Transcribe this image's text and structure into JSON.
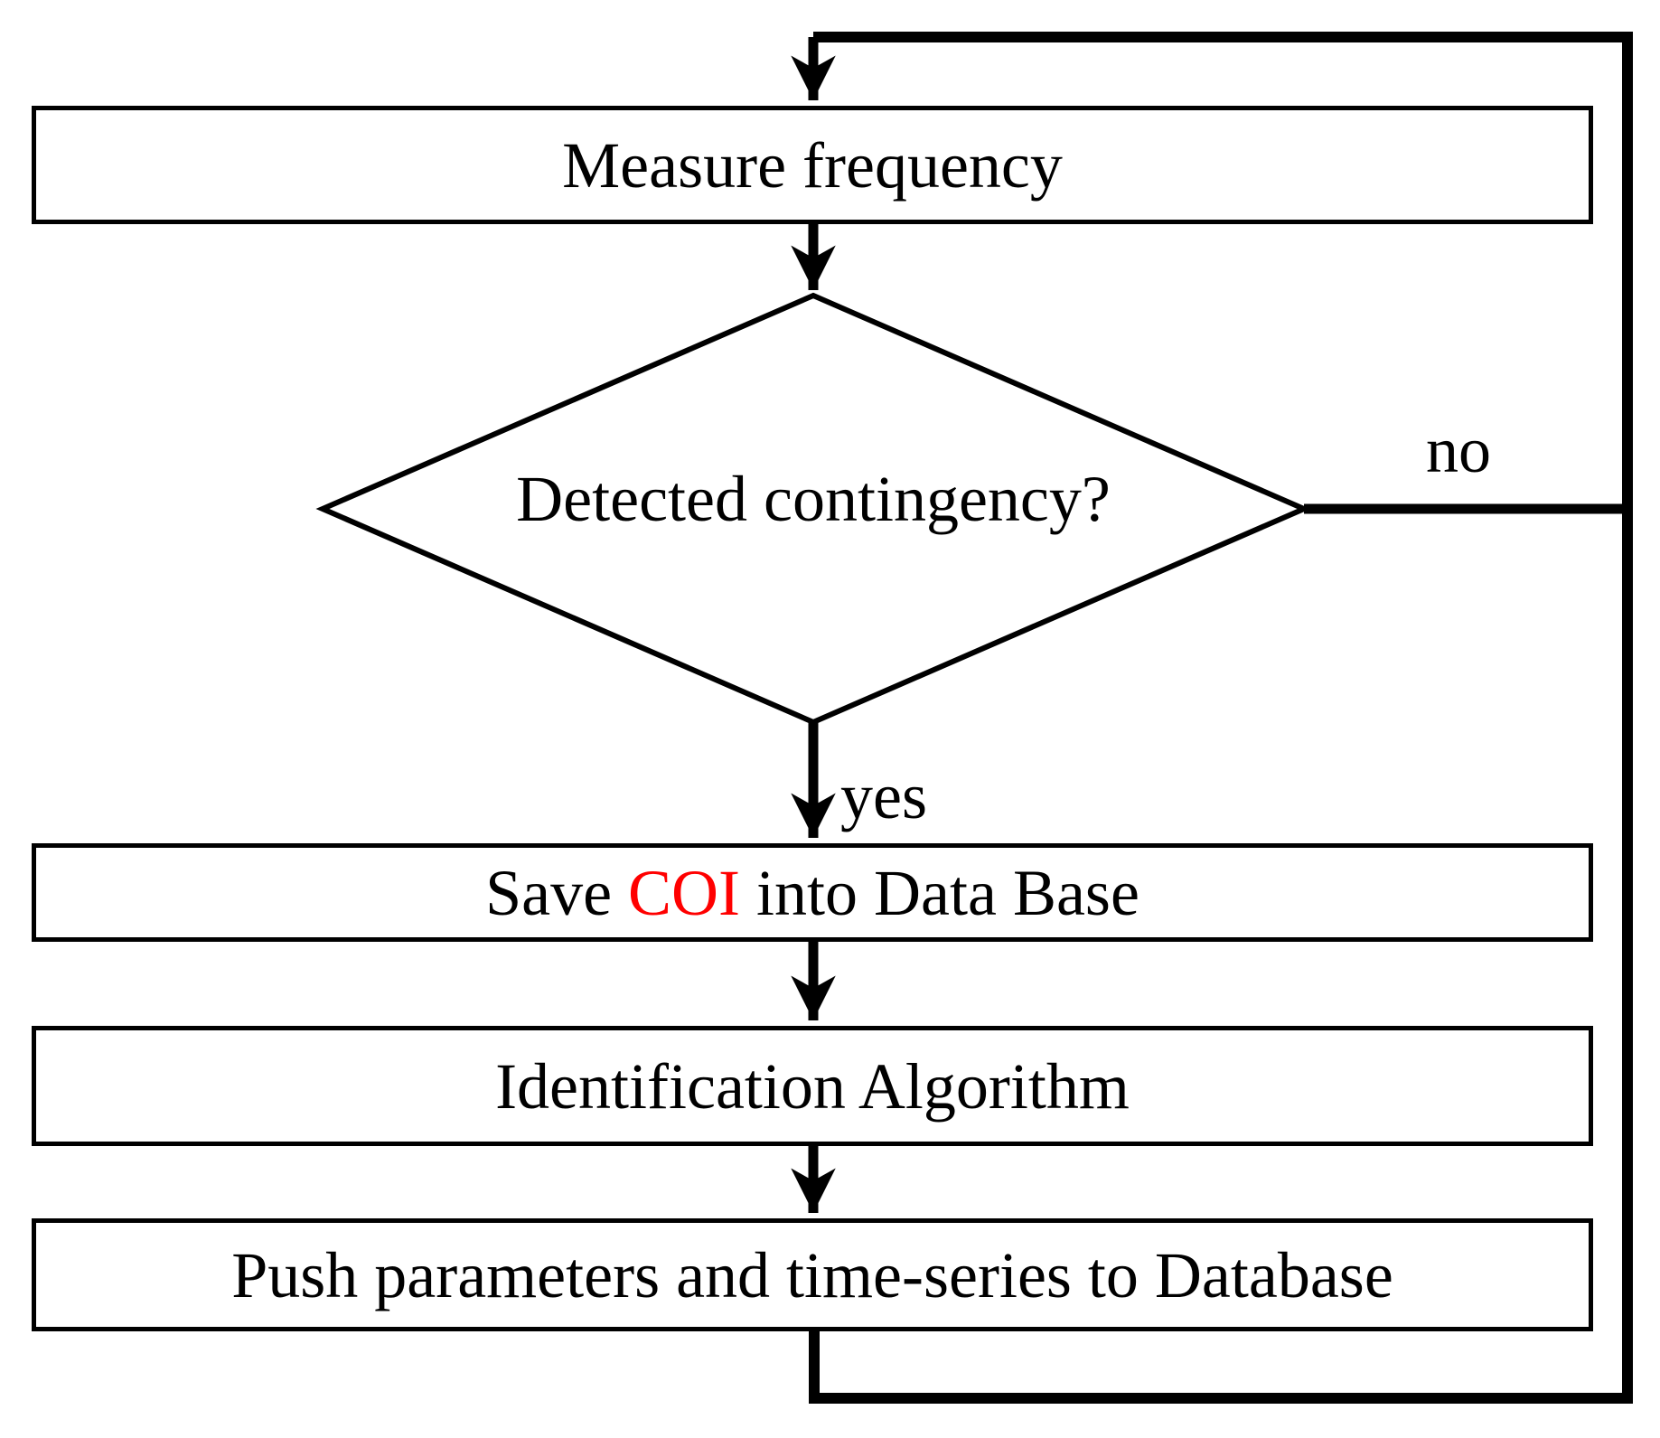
{
  "diagram": {
    "nodes": {
      "measure": {
        "label": "Measure frequency"
      },
      "decision": {
        "label": "Detected contingency?"
      },
      "save": {
        "pre": "Save ",
        "highlight": "COI",
        "post": " into Data Base"
      },
      "identify": {
        "label": "Identification Algorithm"
      },
      "push": {
        "label": "Push parameters and time-series to Database"
      }
    },
    "edges": {
      "yes_label": "yes",
      "no_label": "no"
    },
    "colors": {
      "line": "#000000",
      "box_fill": "#ffffff",
      "highlight": "#ff0000",
      "background": "#ffffff"
    }
  }
}
